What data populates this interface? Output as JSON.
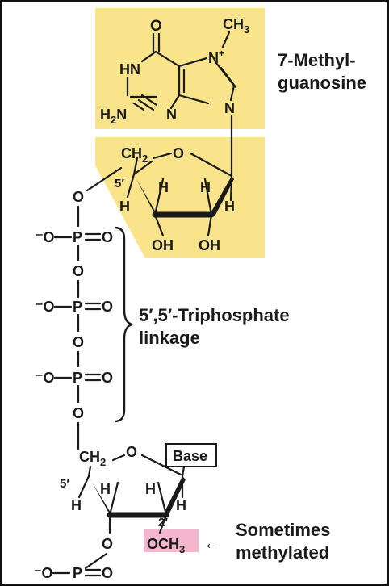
{
  "colors": {
    "cap_highlight": "#f9e38b",
    "methyl_highlight": "#f4b6cc",
    "ink": "#1a1a1a"
  },
  "cap": {
    "label_line1": "7-Methyl-",
    "label_line2": "guanosine",
    "carbonyl_o": "O",
    "ch": "CH",
    "ch_sub": "3",
    "hn": "HN",
    "n7": "N",
    "n7_charge": "+",
    "h2n": "H",
    "h2n_sub": "2",
    "h2n_n": "N",
    "n3": "N",
    "n9": "N",
    "ch2": "CH",
    "ch2_sub": "2",
    "ring_o": "O",
    "five_prime": "5′",
    "h1": "H",
    "h2": "H",
    "h3": "H",
    "h4": "H",
    "oh1": "OH",
    "oh2": "OH"
  },
  "linkage": {
    "o_top": "O",
    "p1_left": "⁻O",
    "p1": "P",
    "p1_right": "O",
    "o_mid1": "O",
    "p2_left": "⁻O",
    "p2": "P",
    "p2_right": "O",
    "o_mid2": "O",
    "p3_left": "⁻O",
    "p3": "P",
    "p3_right": "O",
    "o_bottom": "O",
    "label_line1": "5′,5′-Triphosphate",
    "label_line2": "linkage"
  },
  "nucleotide": {
    "ch2": "CH",
    "ch2_sub": "2",
    "ring_o": "O",
    "base": "Base",
    "five_prime": "5′",
    "h1": "H",
    "h2": "H",
    "h3": "H",
    "h4": "H",
    "two_prime": "2′",
    "o_3": "O",
    "och3": "OCH",
    "och3_sub": "3",
    "p_left": "⁻O",
    "p": "P",
    "p_right": "O",
    "arrow": "←",
    "label_line1": "Sometimes",
    "label_line2": "methylated"
  }
}
